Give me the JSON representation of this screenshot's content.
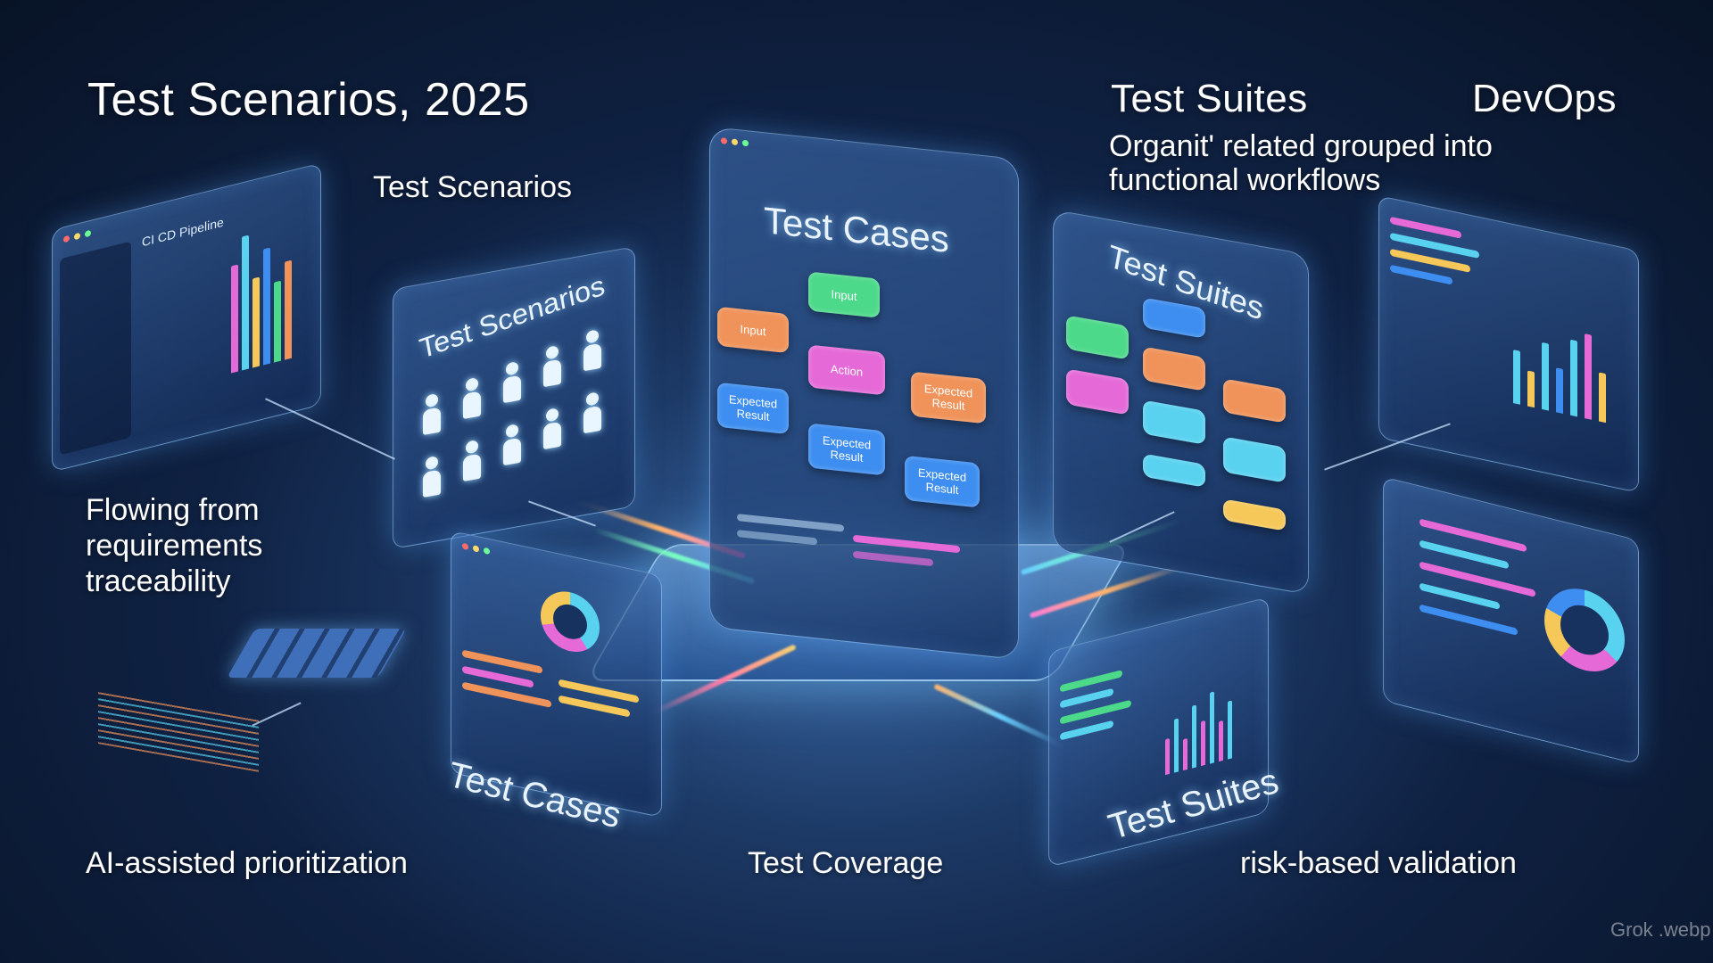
{
  "title": "Test Scenarios, 2025",
  "top_labels": {
    "test_scenarios": "Test Scenarios",
    "test_suites": "Test Suites",
    "devops": "DevOps",
    "suites_desc_line1": "Organit' related grouped into",
    "suites_desc_line2": "functional workflows"
  },
  "side_labels": {
    "flow_line1": "Flowing from",
    "flow_line2": "requirements",
    "flow_line3": "traceability"
  },
  "bottom_labels": {
    "ai": "AI-assisted prioritization",
    "coverage": "Test Coverage",
    "risk": "risk-based validation"
  },
  "panels": {
    "cicd_title": "CI CD Pipeline",
    "scenarios_title": "Test Scenarios",
    "cases_title": "Test Cases",
    "suites_title": "Test Suites",
    "cases_bottom_title": "Test Cases",
    "suites_bottom_title": "Test Suites"
  },
  "flow_nodes": {
    "input_top": "Input",
    "input_left": "Input",
    "action": "Action",
    "expected_right": "Expected Result",
    "expected_left": "Expected Result",
    "expected_mid": "Expected Result",
    "expected_bottom": "Expected Result"
  },
  "watermark": "Grok .webp",
  "colors": {
    "green": "#4cd98a",
    "orange": "#f0935a",
    "pink": "#e56ad8",
    "cyan": "#59d2f0",
    "blue": "#3d8ef0",
    "yellow": "#f6c85a"
  }
}
